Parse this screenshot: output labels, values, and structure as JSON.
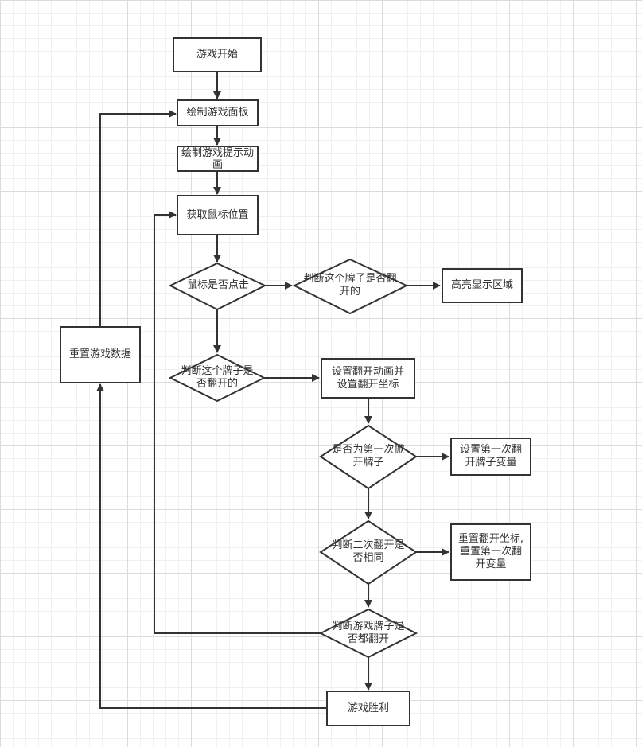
{
  "nodes": {
    "start": "游戏开始",
    "draw_board": "绘制游戏面板",
    "draw_hint": "绘制游戏提示动画",
    "get_mouse": "获取鼠标位置",
    "mouse_clicked": "鼠标是否点击",
    "card_flipped_top": "判断这个牌子是否翻开的",
    "highlight": "高亮显示区域",
    "card_flipped_left": "判断这个牌子是否翻开的",
    "set_flip_anim": "设置翻开动画并设置翻开坐标",
    "first_flip": "是否为第一次掀开牌子",
    "set_first_var": "设置第一次翻开牌子变量",
    "second_same": "判断二次翻开是否相同",
    "reset_flip": "重置翻开坐标,重置第一次翻开变量",
    "all_flipped": "判断游戏牌子是否都翻开",
    "win": "游戏胜利",
    "reset_data": "重置游戏数据"
  },
  "colors": {
    "stroke": "#333333",
    "fill": "#ffffff",
    "grid_major": "#dcdcdc",
    "grid_minor": "#f0f0f0"
  }
}
